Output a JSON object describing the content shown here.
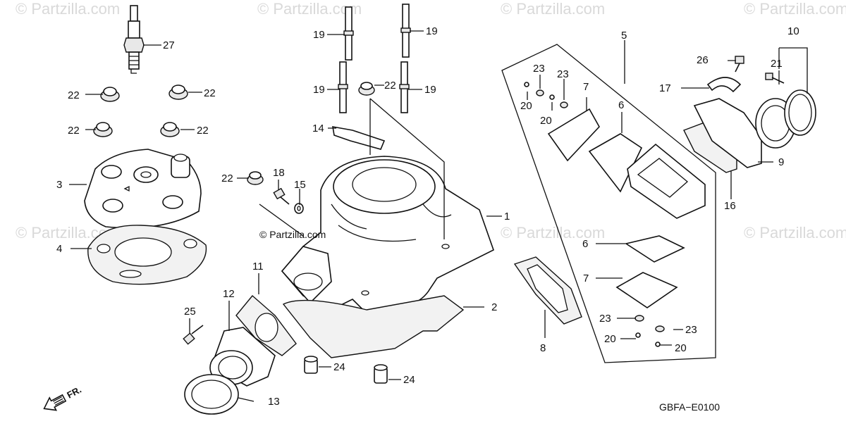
{
  "watermarks": [
    "© Partzilla.com",
    "© Partzilla.com",
    "© Partzilla.com",
    "© Partzilla.com",
    "© Partzilla.com",
    "© Partzilla.com",
    "© Partzilla.com"
  ],
  "center_watermark": "© Partzilla.com",
  "diagram_code": "GBFA−E0100",
  "front_label": "FR.",
  "callouts": [
    "27",
    "22",
    "22",
    "22",
    "22",
    "3",
    "4",
    "19",
    "19",
    "19",
    "19",
    "22",
    "14",
    "22",
    "18",
    "15",
    "1",
    "2",
    "24",
    "24",
    "11",
    "12",
    "25",
    "13",
    "5",
    "23",
    "23",
    "20",
    "20",
    "7",
    "6",
    "26",
    "17",
    "21",
    "10",
    "9",
    "16",
    "6",
    "7",
    "23",
    "23",
    "20",
    "20",
    "8"
  ]
}
